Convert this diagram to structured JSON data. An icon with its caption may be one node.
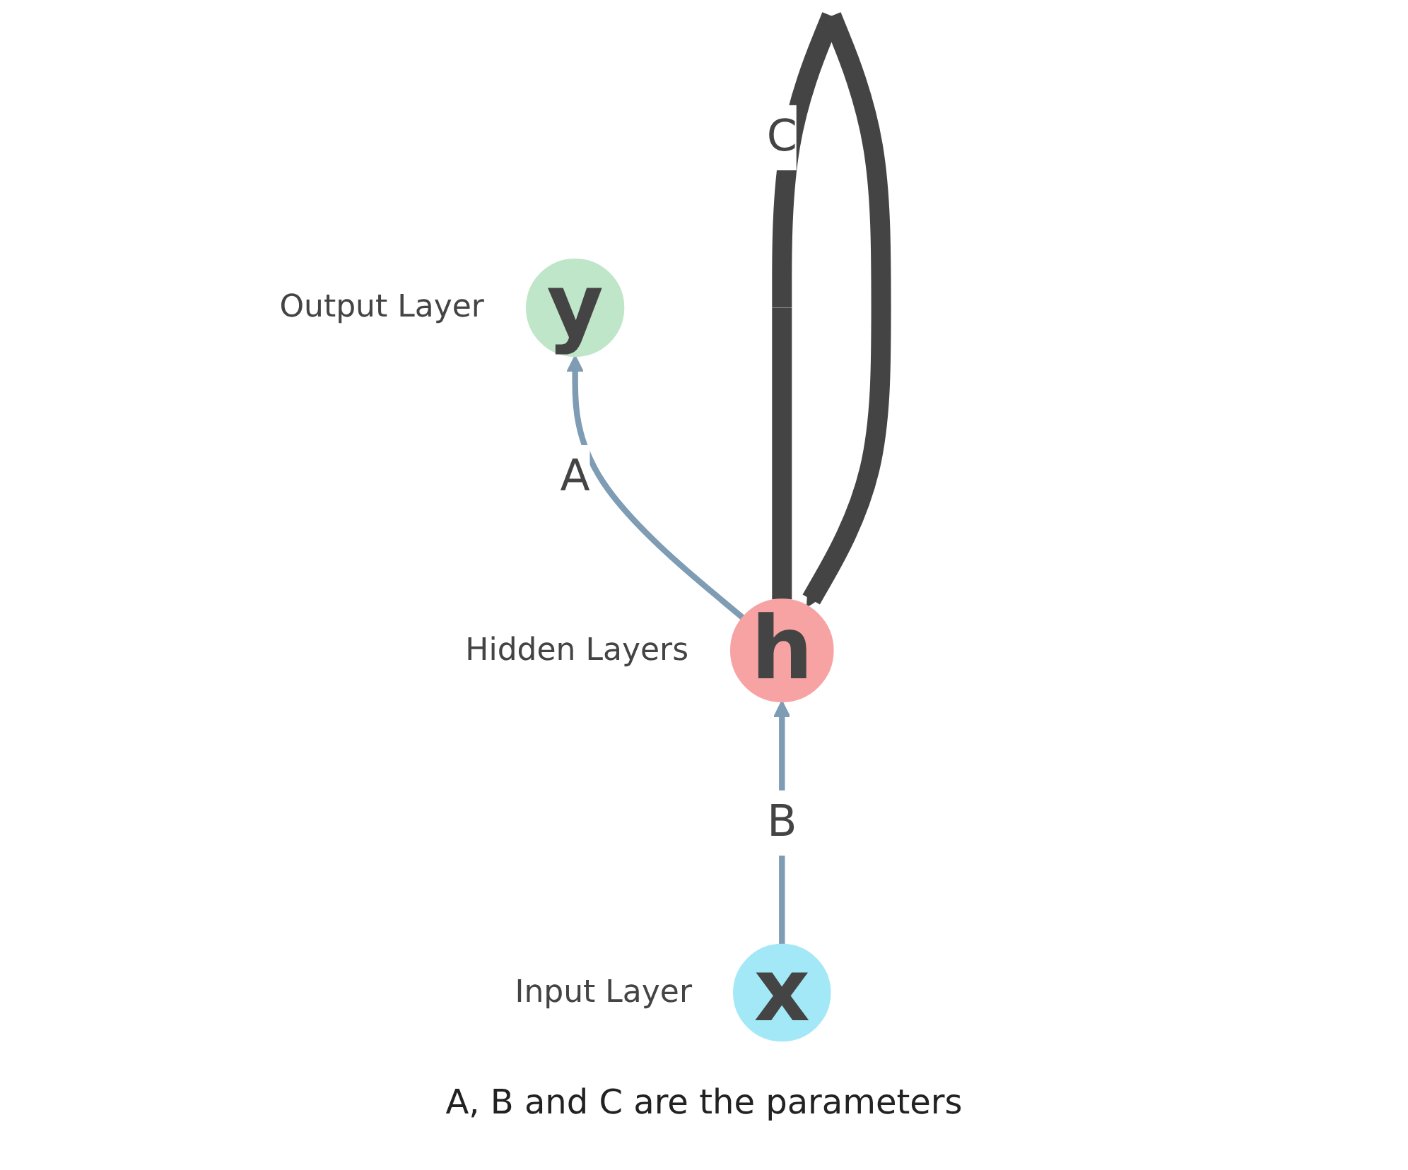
{
  "diagram": {
    "caption": "A, B and C are the parameters",
    "nodes": [
      {
        "text": [
          "y"
        ],
        "beside": [
          "Output Layer"
        ]
      },
      {
        "text": [
          "h"
        ],
        "beside": [
          "Hidden Layers"
        ]
      },
      {
        "text": [
          "x"
        ],
        "beside": [
          "Input Layer"
        ]
      }
    ],
    "edges": [
      {
        "from": 1,
        "to": 0,
        "arrow": "to",
        "label": "A"
      },
      {
        "from": 1,
        "to": 1,
        "arrow": "to",
        "label": "C",
        "style": "thick",
        "color": "#444444"
      },
      {
        "from": 2,
        "to": 1,
        "arrow": "to",
        "label": "B"
      }
    ]
  }
}
